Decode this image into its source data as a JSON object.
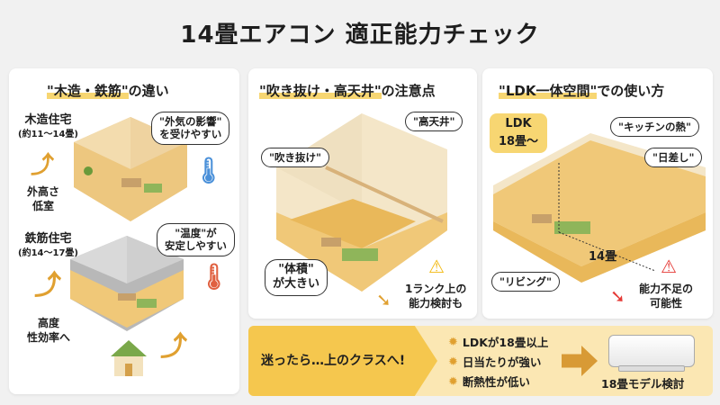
{
  "title": "14畳エアコン 適正能力チェック",
  "panels": {
    "structure": {
      "heading_highlight": "\"木造・鉄筋\"",
      "heading_rest": "の違い",
      "wood": {
        "label": "木造住宅",
        "range": "(約11～14畳)",
        "bubble_line1": "\"外気の影響\"",
        "bubble_line2": "を受けやすい"
      },
      "side_text_1_line1": "外高さ",
      "side_text_1_line2": "低室",
      "rc": {
        "label": "鉄筋住宅",
        "range": "(約14～17畳)",
        "bubble_line1": "\"温度\"が",
        "bubble_line2": "安定しやすい"
      },
      "side_text_2_line1": "高度",
      "side_text_2_line2": "性効率へ"
    },
    "atrium": {
      "heading_highlight": "\"吹き抜け・高天井\"",
      "heading_rest": "の注意点",
      "bubble_ceiling": "\"高天井\"",
      "bubble_atrium": "\"吹き抜け\"",
      "bubble_volume_line1": "\"体積\"",
      "bubble_volume_line2": "が大きい",
      "note_line1": "1ランク上の",
      "note_line2": "能力検討も"
    },
    "ldk": {
      "heading_highlight": "\"LDK一体空間\"",
      "heading_rest": "での使い方",
      "badge_line1": "LDK",
      "badge_line2": "18畳～",
      "bubble_kitchen": "\"キッチンの熱\"",
      "bubble_sun": "\"日差し\"",
      "bubble_living": "\"リビング\"",
      "area_label": "14畳",
      "note_line1": "能力不足の",
      "note_line2": "可能性"
    }
  },
  "banner": {
    "lead": "迷ったら…上のクラスへ!",
    "items": [
      "LDKが18畳以上",
      "日当たりが強い",
      "断熱性が低い"
    ],
    "result": "18畳モデル検討"
  },
  "colors": {
    "accent_yellow": "#f5c74e",
    "banner_bg": "#fbe7b3",
    "arrow_orange": "#d89a35",
    "warn_red": "#e53935"
  }
}
